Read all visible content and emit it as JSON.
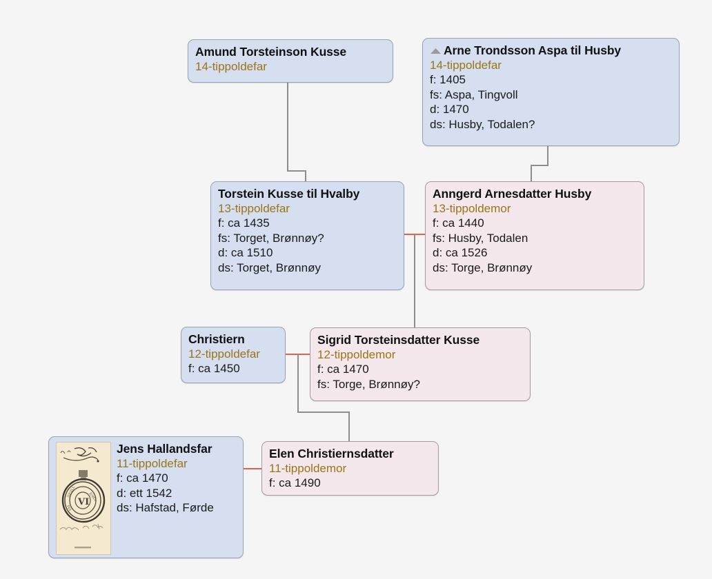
{
  "diagram": {
    "title": "Ancestor family tree",
    "background_color": "#f5f5f5",
    "male_card_color": "#d6dff0",
    "female_card_color": "#f4e8ec",
    "relation_text_color": "#9a7418",
    "marriage_line_color": "#e8604c",
    "descent_line_color": "#8c8c8c"
  },
  "people": {
    "amund": {
      "name": "Amund Torsteinson Kusse",
      "relation": "14-tippoldefar",
      "facts": []
    },
    "arne": {
      "name": "Arne Trondsson Aspa til Husby",
      "relation": "14-tippoldefar",
      "icon": "collapse-triangle-icon",
      "facts": [
        "f: 1405",
        "fs: Aspa, Tingvoll",
        "d: 1470",
        "ds: Husby, Todalen?"
      ]
    },
    "torstein": {
      "name": "Torstein Kusse til Hvalby",
      "relation": "13-tippoldefar",
      "facts": [
        "f: ca 1435",
        "fs: Torget, Brønnøy?",
        "d: ca 1510",
        "ds: Torget, Brønnøy"
      ]
    },
    "anngerd": {
      "name": "Anngerd Arnesdatter Husby",
      "relation": "13-tippoldemor",
      "facts": [
        "f: ca 1440",
        "fs: Husby, Todalen",
        "d: ca 1526",
        "ds: Torge, Brønnøy"
      ]
    },
    "christiern": {
      "name": "Christiern",
      "relation": "12-tippoldefar",
      "facts": [
        "f: ca 1450"
      ]
    },
    "sigrid": {
      "name": "Sigrid Torsteinsdatter Kusse",
      "relation": "12-tippoldemor",
      "facts": [
        "f: ca 1470",
        "fs: Torge, Brønnøy?"
      ]
    },
    "jens": {
      "name": "Jens Hallandsfar",
      "relation": "11-tippoldefar",
      "thumbnail": "old-document-seal-thumbnail",
      "facts": [
        "f: ca 1470",
        "d: ett 1542",
        "ds: Hafstad, Førde"
      ]
    },
    "elen": {
      "name": "Elen Christiernsdatter",
      "relation": "11-tippoldemor",
      "facts": [
        "f: ca 1490"
      ]
    }
  }
}
